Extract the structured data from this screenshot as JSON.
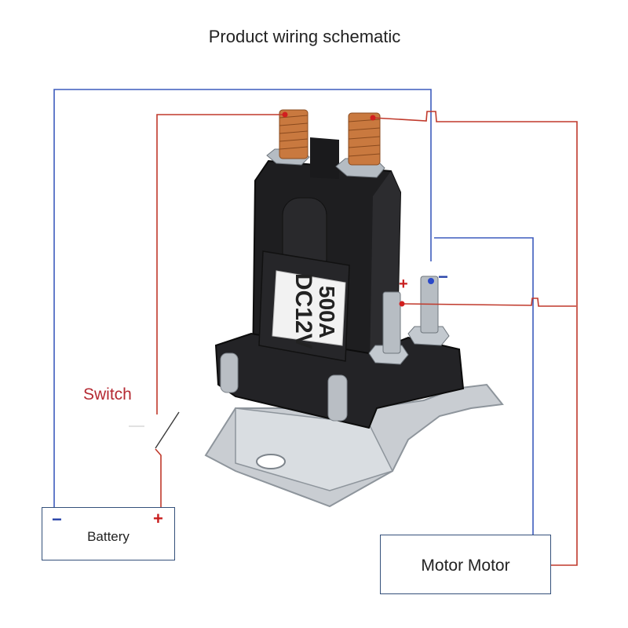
{
  "title": "Product wiring schematic",
  "switch_label": "Switch",
  "battery": {
    "label": "Battery",
    "negative": "−",
    "positive": "+"
  },
  "motor": {
    "label": "Motor Motor"
  },
  "relay": {
    "small_terminal_negative": "−",
    "small_terminal_positive": "+"
  },
  "relay_sticker": {
    "line1": "DC12V",
    "line2": "500A"
  },
  "colors": {
    "positive_wire": "#c0392b",
    "negative_wire": "#3d5bbd",
    "box_border": "#34507a"
  }
}
